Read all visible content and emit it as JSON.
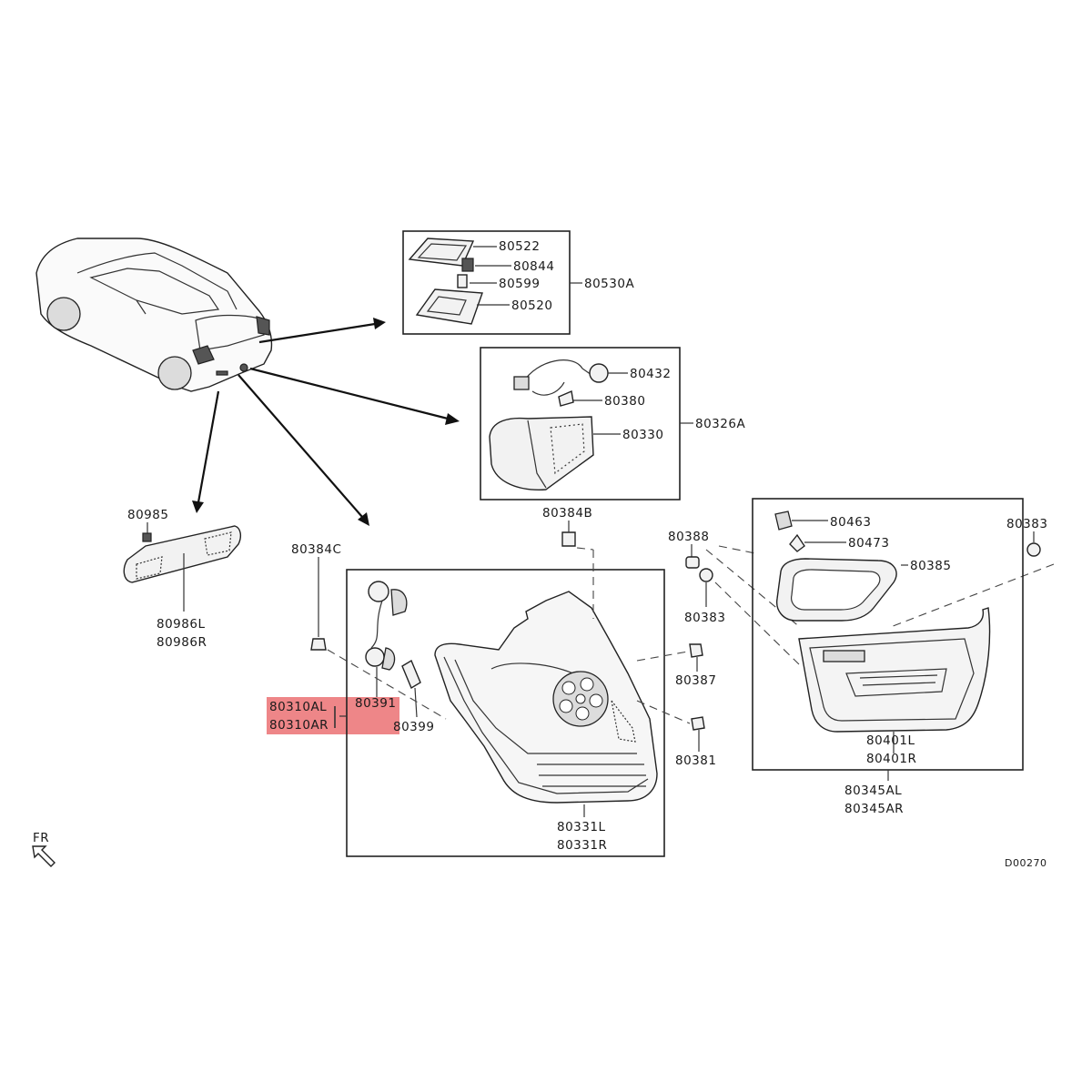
{
  "labels": {
    "p80522": "80522",
    "p80844": "80844",
    "p80599": "80599",
    "p80520": "80520",
    "p80530A": "80530A",
    "p80432": "80432",
    "p80380": "80380",
    "p80330": "80330",
    "p80326A": "80326A",
    "p80985": "80985",
    "p80986L": "80986L",
    "p80986R": "80986R",
    "p80384C": "80384C",
    "p80384B": "80384B",
    "p80388": "80388",
    "p80383a": "80383",
    "p80383b": "80383",
    "p80387": "80387",
    "p80381": "80381",
    "p80391": "80391",
    "p80399": "80399",
    "p80310AL": "80310AL",
    "p80310AR": "80310AR",
    "p80331L": "80331L",
    "p80331R": "80331R",
    "p80463": "80463",
    "p80473": "80473",
    "p80385": "80385",
    "p80401L": "80401L",
    "p80401R": "80401R",
    "p80345AL": "80345AL",
    "p80345AR": "80345AR",
    "fr": "FR",
    "code": "D00270"
  },
  "colors": {
    "highlight": "#e8575a",
    "line": "#222222"
  }
}
